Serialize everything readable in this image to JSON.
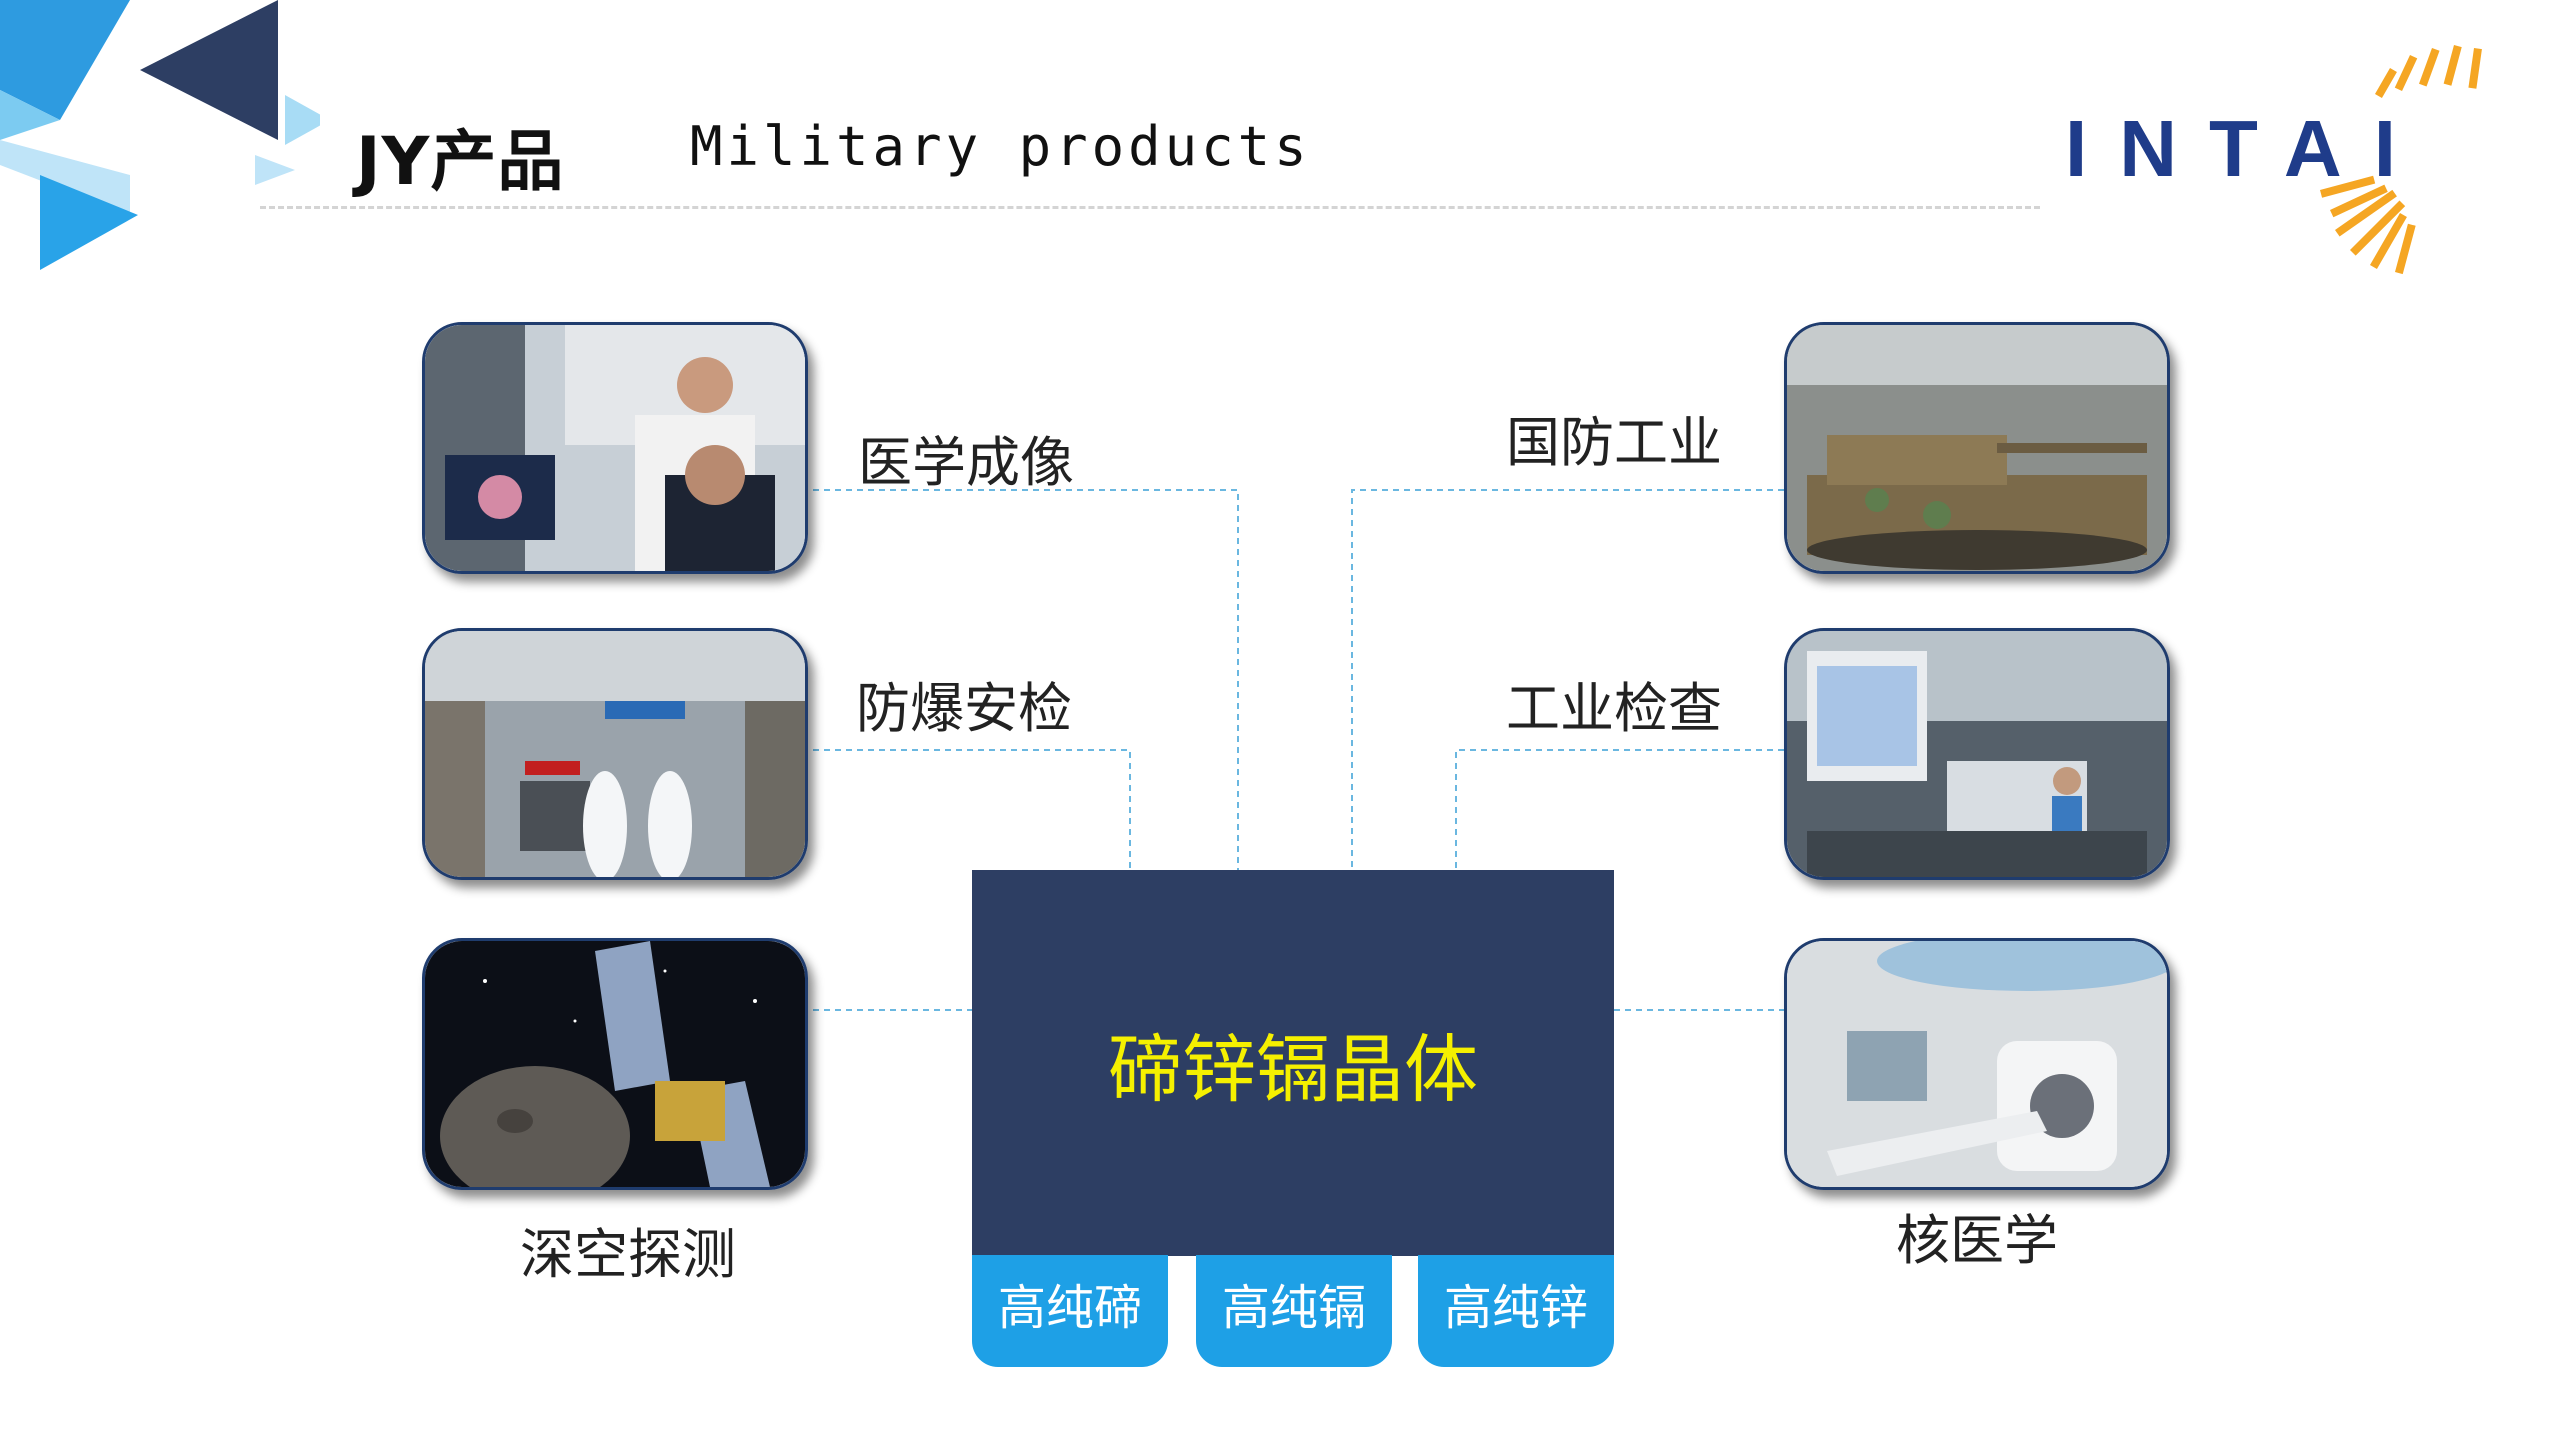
{
  "header": {
    "title": "JY产品",
    "subtitle": "Military products"
  },
  "logo": {
    "text": "INTAI",
    "colors": {
      "text": "#1f3c8a",
      "rays": "#f5a623"
    }
  },
  "center": {
    "title": "碲锌镉晶体",
    "color_bg": "#2d3e63",
    "color_title": "#f5f000",
    "sub_items": [
      {
        "label": "高纯碲"
      },
      {
        "label": "高纯镉"
      },
      {
        "label": "高纯锌"
      }
    ]
  },
  "applications": {
    "left": [
      {
        "label": "医学成像",
        "photo": "medical-imaging-photo"
      },
      {
        "label": "防爆安检",
        "photo": "security-check-photo"
      },
      {
        "label": "深空探测",
        "photo": "deep-space-photo"
      }
    ],
    "right": [
      {
        "label": "国防工业",
        "photo": "tank-photo"
      },
      {
        "label": "工业检查",
        "photo": "industrial-inspection-photo"
      },
      {
        "label": "核医学",
        "photo": "ct-scanner-photo"
      }
    ]
  },
  "colors": {
    "accent_light": "#4fc3f7",
    "accent_dark": "#2d3e63",
    "sub_box": "#1ea0e6"
  }
}
